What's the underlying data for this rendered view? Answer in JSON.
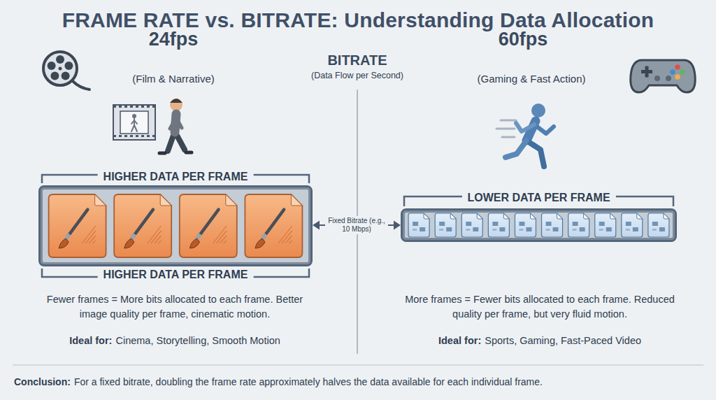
{
  "diagram": {
    "title": "FRAME RATE vs. BITRATE: Understanding Data Allocation",
    "nodes": [
      {
        "text": [
          "HIGHER DATA PER FRAME",
          "HIGHER DATA PER FRAME"
        ]
      },
      {
        "text": [
          "LOWER DATA PER FRAME"
        ]
      }
    ],
    "edges": [
      {
        "from": 0,
        "to": 1,
        "arrow": "both",
        "label": "Fixed Bitrate (e.g., 10 Mbps)"
      }
    ],
    "labels": [
      "24fps",
      "(Film & Narrative)",
      "BITRATE",
      "(Data Flow per Second)",
      "60fps",
      "(Gaming & Fast Action)",
      "Fewer frames = More bits allocated to each frame. Better image quality per frame, cinematic motion.",
      "Ideal for:",
      "Cinema, Storytelling, Smooth Motion",
      "More frames = Fewer bits allocated to each frame. Reduced quality per frame, but very fluid motion.",
      "Ideal for:",
      "Sports, Gaming, Fast-Paced Video",
      "Conclusion:",
      "For a fixed bitrate, doubling the frame rate approximately halves the data available for each individual frame."
    ]
  }
}
